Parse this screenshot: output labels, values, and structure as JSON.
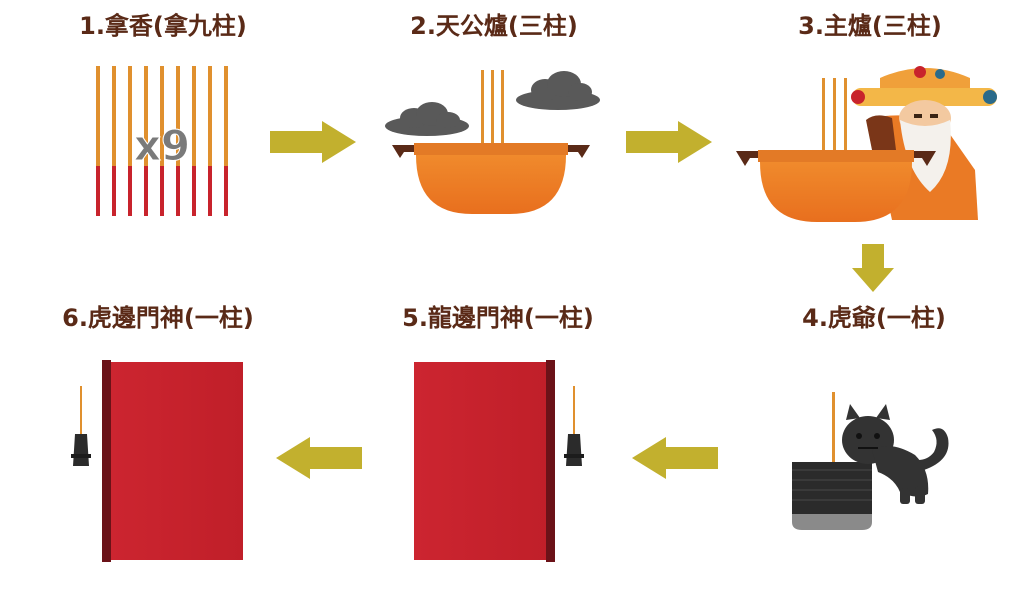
{
  "steps": [
    {
      "label": "1.拿香(拿九柱)"
    },
    {
      "label": "2.天公爐(三柱)"
    },
    {
      "label": "3.主爐(三柱)"
    },
    {
      "label": "4.虎爺(一柱)"
    },
    {
      "label": "5.龍邊門神(一柱)"
    },
    {
      "label": "6.虎邊門神(一柱)"
    }
  ],
  "incense_count_label": "x9",
  "colors": {
    "title": "#5a2a17",
    "arrow": "#c2b02e",
    "censer": "#e8893a",
    "door": "#c8232c",
    "incense_stick": "#e0902e",
    "incense_base": "#c8232c",
    "cloud": "#595959"
  }
}
